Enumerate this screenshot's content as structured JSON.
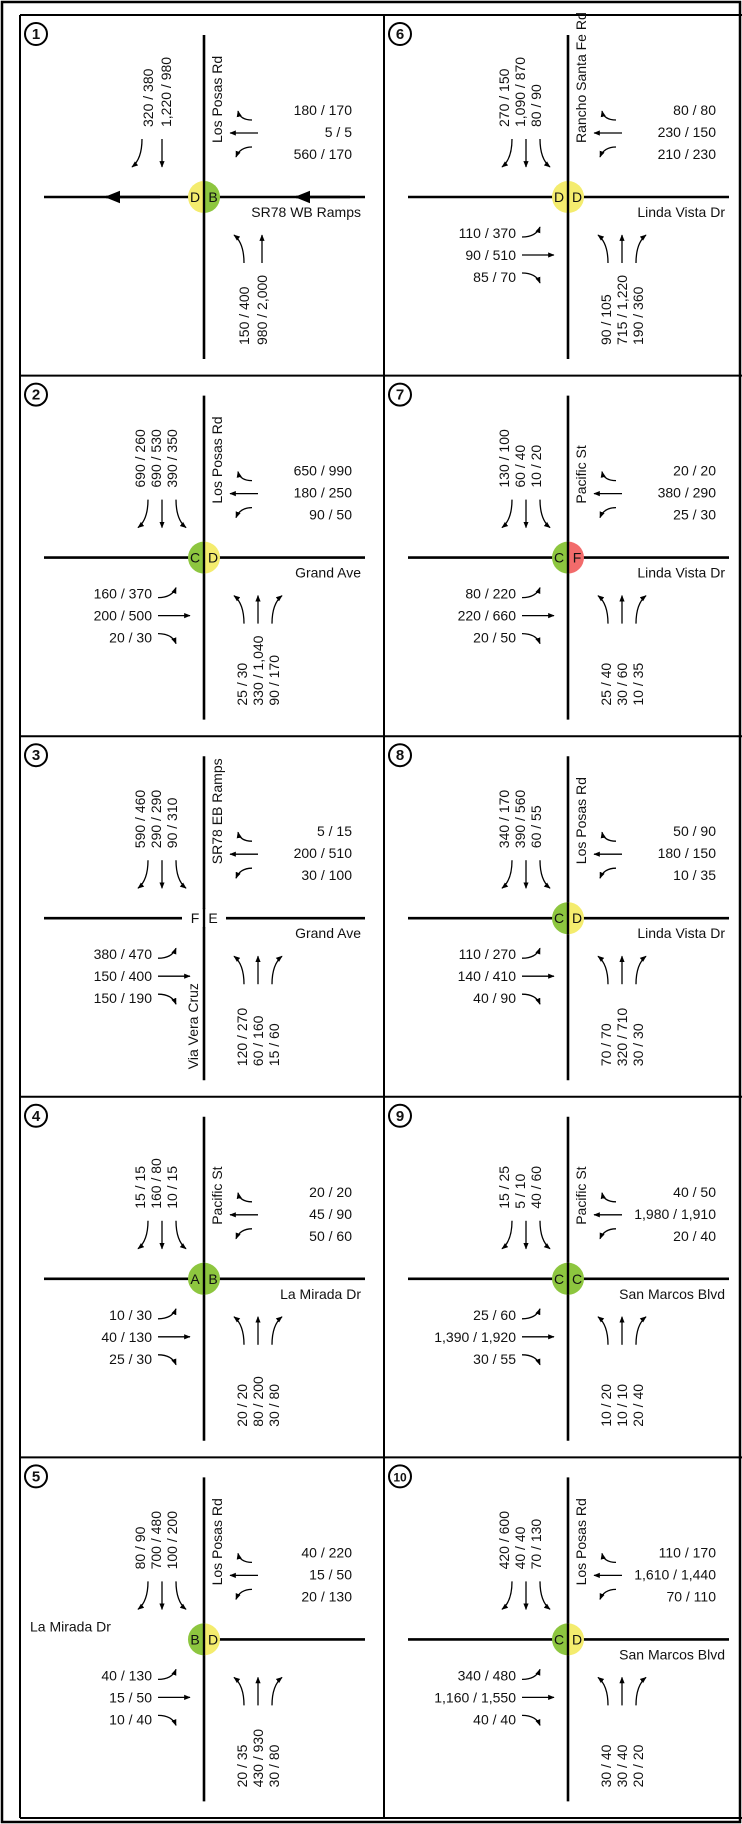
{
  "colors": {
    "green": "#8dc63f",
    "yellow": "#f4ec6e",
    "red": "#f26b6b",
    "line": "#000000"
  },
  "intersections": [
    {
      "id": "1",
      "ns_street": "Los Posas Rd",
      "ew_street": "SR78 WB Ramps",
      "ew_label_side": "east",
      "west_los": "D",
      "east_los": "B",
      "los_colors": [
        "yellow",
        "green"
      ],
      "one_way_wb": true,
      "south_out": [
        "320 / 380",
        "1,220 / 980"
      ],
      "west_out": [
        "180 / 170",
        "5 / 5",
        "560 / 170"
      ],
      "north_out": [
        "150 / 400",
        "980 / 2,000"
      ],
      "east_out": []
    },
    {
      "id": "6",
      "ns_street": "Rancho Santa Fe Rd",
      "ew_street": "Linda Vista Dr",
      "ew_label_side": "east",
      "west_los": "D",
      "east_los": "D",
      "los_colors": [
        "yellow",
        "yellow"
      ],
      "south_out": [
        "270 / 150",
        "1,090 / 870",
        "80 / 90"
      ],
      "west_out": [
        "80 / 80",
        "230 / 150",
        "210 / 230"
      ],
      "north_out": [
        "90 / 105",
        "715 / 1,220",
        "190 / 360"
      ],
      "east_out": [
        "110 / 370",
        "90 / 510",
        "85 / 70"
      ]
    },
    {
      "id": "2",
      "ns_street": "Los Posas Rd",
      "ew_street": "Grand Ave",
      "ew_label_side": "east",
      "west_los": "C",
      "east_los": "D",
      "los_colors": [
        "green",
        "yellow"
      ],
      "south_out": [
        "690 / 260",
        "690 / 530",
        "390 / 350"
      ],
      "west_out": [
        "650 / 990",
        "180 / 250",
        "90 / 50"
      ],
      "north_out": [
        "25 / 30",
        "330 / 1,040",
        "90 / 170"
      ],
      "east_out": [
        "160 / 370",
        "200 / 500",
        "20 / 30"
      ]
    },
    {
      "id": "7",
      "ns_street": "Pacific St",
      "ew_street": "Linda Vista Dr",
      "ew_label_side": "east",
      "west_los": "C",
      "east_los": "F",
      "los_colors": [
        "green",
        "red"
      ],
      "south_out": [
        "130 / 100",
        "60 / 40",
        "10 / 20"
      ],
      "west_out": [
        "20 / 20",
        "380 / 290",
        "25 / 30"
      ],
      "north_out": [
        "25 / 40",
        "30 / 60",
        "10 / 35"
      ],
      "east_out": [
        "80 / 220",
        "220 / 660",
        "20 / 50"
      ]
    },
    {
      "id": "3",
      "ns_street": "SR78 EB Ramps",
      "ns_south_street": "Via Vera Cruz",
      "ew_street": "Grand Ave",
      "ew_label_side": "east",
      "west_los": "F",
      "east_los": "E",
      "los_colors": [
        "none",
        "none"
      ],
      "south_out": [
        "590 / 460",
        "290 / 290",
        "90 / 310"
      ],
      "west_out": [
        "5 / 15",
        "200 / 510",
        "30 / 100"
      ],
      "north_out": [
        "120 / 270",
        "60 / 160",
        "15 / 60"
      ],
      "east_out": [
        "380 / 470",
        "150 / 400",
        "150 / 190"
      ]
    },
    {
      "id": "8",
      "ns_street": "Los Posas Rd",
      "ew_street": "Linda Vista Dr",
      "ew_label_side": "east",
      "west_los": "C",
      "east_los": "D",
      "los_colors": [
        "green",
        "yellow"
      ],
      "south_out": [
        "340 / 170",
        "390 / 560",
        "60 / 55"
      ],
      "west_out": [
        "50 / 90",
        "180 / 150",
        "10 / 35"
      ],
      "north_out": [
        "70 / 70",
        "320 / 710",
        "30 / 30"
      ],
      "east_out": [
        "110 / 270",
        "140 / 410",
        "40 / 90"
      ]
    },
    {
      "id": "4",
      "ns_street": "Pacific St",
      "ew_street": "La Mirada Dr",
      "ew_label_side": "east",
      "west_los": "A",
      "east_los": "B",
      "los_colors": [
        "green",
        "green"
      ],
      "south_out": [
        "15 / 15",
        "160 / 80",
        "10 / 15"
      ],
      "west_out": [
        "20 / 20",
        "45 / 90",
        "50 / 60"
      ],
      "north_out": [
        "20 / 20",
        "80 / 200",
        "30 / 80"
      ],
      "east_out": [
        "10 / 30",
        "40 / 130",
        "25 / 30"
      ]
    },
    {
      "id": "9",
      "ns_street": "Pacific St",
      "ew_street": "San Marcos Blvd",
      "ew_label_side": "east",
      "west_los": "C",
      "east_los": "C",
      "los_colors": [
        "green",
        "green"
      ],
      "south_out": [
        "15 / 25",
        "5 / 10",
        "40 / 60"
      ],
      "west_out": [
        "40 / 50",
        "1,980 / 1,910",
        "20 / 40"
      ],
      "north_out": [
        "10 / 20",
        "10 / 10",
        "20 / 40"
      ],
      "east_out": [
        "25 / 60",
        "1,390 / 1,920",
        "30 / 55"
      ]
    },
    {
      "id": "5",
      "ns_street": "Los Posas Rd",
      "ew_street": "La Mirada Dr",
      "ew_label_side": "west",
      "west_los": "B",
      "east_los": "D",
      "los_colors": [
        "green",
        "yellow"
      ],
      "no_west_leg": true,
      "south_out": [
        "80 / 90",
        "700 / 480",
        "100 / 200"
      ],
      "west_out": [
        "40 / 220",
        "15 / 50",
        "20 / 130"
      ],
      "north_out": [
        "20 / 35",
        "430 / 930",
        "30 / 80"
      ],
      "east_out": [
        "40 / 130",
        "15 / 50",
        "10 / 40"
      ]
    },
    {
      "id": "10",
      "ns_street": "Los Posas Rd",
      "ew_street": "San Marcos Blvd",
      "ew_label_side": "east",
      "west_los": "C",
      "east_los": "D",
      "los_colors": [
        "green",
        "yellow"
      ],
      "south_out": [
        "420 / 600",
        "40 / 40",
        "70 / 130"
      ],
      "west_out": [
        "110 / 170",
        "1,610 / 1,440",
        "70 / 110"
      ],
      "north_out": [
        "30 / 40",
        "30 / 40",
        "20 / 20"
      ],
      "east_out": [
        "340 / 480",
        "1,160 / 1,550",
        "40 / 40"
      ]
    }
  ]
}
